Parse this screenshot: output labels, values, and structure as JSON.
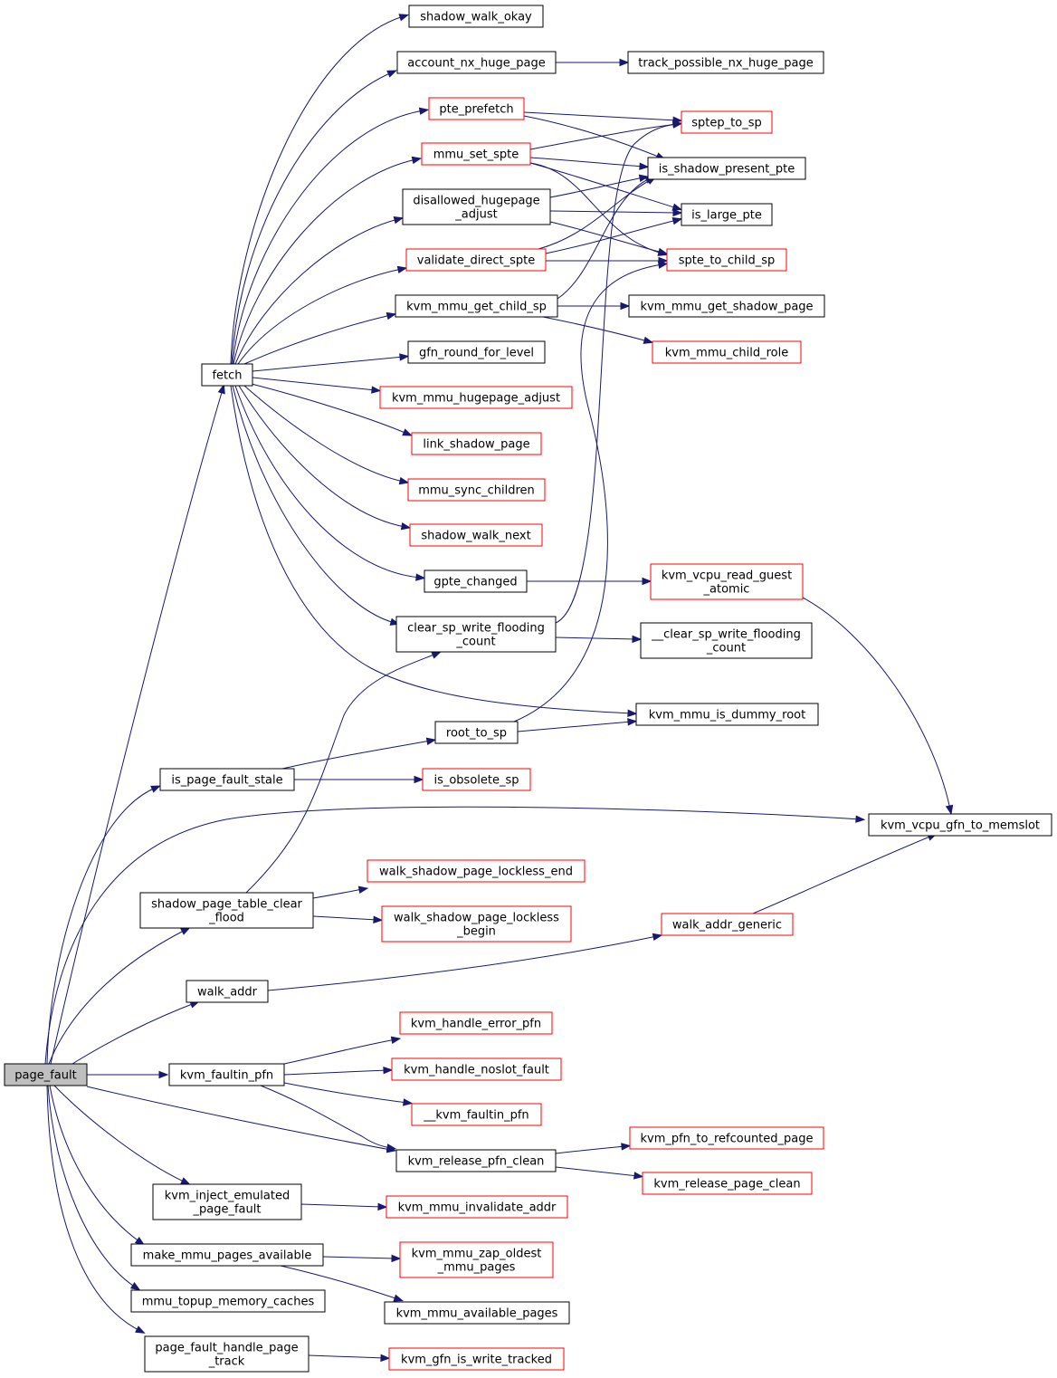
{
  "colors": {
    "edge": "#191970",
    "documented_border": "#000000",
    "undocumented_border": "#ff0000",
    "root_fill": "#bfbfbf"
  },
  "nodes": [
    {
      "id": "page_fault",
      "lines": [
        "page_fault"
      ],
      "border": "root"
    },
    {
      "id": "fetch",
      "lines": [
        "fetch"
      ],
      "border": "black"
    },
    {
      "id": "is_page_fault_stale",
      "lines": [
        "is_page_fault_stale"
      ],
      "border": "black"
    },
    {
      "id": "shadow_page_table_clear_flood",
      "lines": [
        "shadow_page_table_clear",
        "_flood"
      ],
      "border": "black"
    },
    {
      "id": "walk_addr",
      "lines": [
        "walk_addr"
      ],
      "border": "black"
    },
    {
      "id": "kvm_faultin_pfn",
      "lines": [
        "kvm_faultin_pfn"
      ],
      "border": "black"
    },
    {
      "id": "kvm_inject_emulated_page_fault",
      "lines": [
        "kvm_inject_emulated",
        "_page_fault"
      ],
      "border": "black"
    },
    {
      "id": "make_mmu_pages_available",
      "lines": [
        "make_mmu_pages_available"
      ],
      "border": "black"
    },
    {
      "id": "mmu_topup_memory_caches",
      "lines": [
        "mmu_topup_memory_caches"
      ],
      "border": "black"
    },
    {
      "id": "page_fault_handle_page_track",
      "lines": [
        "page_fault_handle_page",
        "_track"
      ],
      "border": "black"
    },
    {
      "id": "shadow_walk_okay",
      "lines": [
        "shadow_walk_okay"
      ],
      "border": "black"
    },
    {
      "id": "account_nx_huge_page",
      "lines": [
        "account_nx_huge_page"
      ],
      "border": "black"
    },
    {
      "id": "pte_prefetch",
      "lines": [
        "pte_prefetch"
      ],
      "border": "red"
    },
    {
      "id": "mmu_set_spte",
      "lines": [
        "mmu_set_spte"
      ],
      "border": "red"
    },
    {
      "id": "disallowed_hugepage_adjust",
      "lines": [
        "disallowed_hugepage",
        "_adjust"
      ],
      "border": "black"
    },
    {
      "id": "validate_direct_spte",
      "lines": [
        "validate_direct_spte"
      ],
      "border": "red"
    },
    {
      "id": "kvm_mmu_get_child_sp",
      "lines": [
        "kvm_mmu_get_child_sp"
      ],
      "border": "black"
    },
    {
      "id": "gfn_round_for_level",
      "lines": [
        "gfn_round_for_level"
      ],
      "border": "black"
    },
    {
      "id": "kvm_mmu_hugepage_adjust",
      "lines": [
        "kvm_mmu_hugepage_adjust"
      ],
      "border": "red"
    },
    {
      "id": "link_shadow_page",
      "lines": [
        "link_shadow_page"
      ],
      "border": "red"
    },
    {
      "id": "mmu_sync_children",
      "lines": [
        "mmu_sync_children"
      ],
      "border": "red"
    },
    {
      "id": "shadow_walk_next",
      "lines": [
        "shadow_walk_next"
      ],
      "border": "red"
    },
    {
      "id": "gpte_changed",
      "lines": [
        "gpte_changed"
      ],
      "border": "black"
    },
    {
      "id": "clear_sp_write_flooding_count",
      "lines": [
        "clear_sp_write_flooding",
        "_count"
      ],
      "border": "black"
    },
    {
      "id": "root_to_sp",
      "lines": [
        "root_to_sp"
      ],
      "border": "black"
    },
    {
      "id": "is_obsolete_sp",
      "lines": [
        "is_obsolete_sp"
      ],
      "border": "red"
    },
    {
      "id": "walk_shadow_page_lockless_end",
      "lines": [
        "walk_shadow_page_lockless_end"
      ],
      "border": "red"
    },
    {
      "id": "walk_shadow_page_lockless_begin",
      "lines": [
        "walk_shadow_page_lockless",
        "_begin"
      ],
      "border": "red"
    },
    {
      "id": "kvm_handle_error_pfn",
      "lines": [
        "kvm_handle_error_pfn"
      ],
      "border": "red"
    },
    {
      "id": "kvm_handle_noslot_fault",
      "lines": [
        "kvm_handle_noslot_fault"
      ],
      "border": "red"
    },
    {
      "id": "__kvm_faultin_pfn",
      "lines": [
        "__kvm_faultin_pfn"
      ],
      "border": "red"
    },
    {
      "id": "kvm_release_pfn_clean",
      "lines": [
        "kvm_release_pfn_clean"
      ],
      "border": "black"
    },
    {
      "id": "kvm_mmu_invalidate_addr",
      "lines": [
        "kvm_mmu_invalidate_addr"
      ],
      "border": "red"
    },
    {
      "id": "kvm_mmu_zap_oldest_mmu_pages",
      "lines": [
        "kvm_mmu_zap_oldest",
        "_mmu_pages"
      ],
      "border": "red"
    },
    {
      "id": "kvm_mmu_available_pages",
      "lines": [
        "kvm_mmu_available_pages"
      ],
      "border": "black"
    },
    {
      "id": "kvm_gfn_is_write_tracked",
      "lines": [
        "kvm_gfn_is_write_tracked"
      ],
      "border": "red"
    },
    {
      "id": "track_possible_nx_huge_page",
      "lines": [
        "track_possible_nx_huge_page"
      ],
      "border": "black"
    },
    {
      "id": "sptep_to_sp",
      "lines": [
        "sptep_to_sp"
      ],
      "border": "red"
    },
    {
      "id": "is_shadow_present_pte",
      "lines": [
        "is_shadow_present_pte"
      ],
      "border": "black"
    },
    {
      "id": "is_large_pte",
      "lines": [
        "is_large_pte"
      ],
      "border": "black"
    },
    {
      "id": "spte_to_child_sp",
      "lines": [
        "spte_to_child_sp"
      ],
      "border": "red"
    },
    {
      "id": "kvm_mmu_get_shadow_page",
      "lines": [
        "kvm_mmu_get_shadow_page"
      ],
      "border": "black"
    },
    {
      "id": "kvm_mmu_child_role",
      "lines": [
        "kvm_mmu_child_role"
      ],
      "border": "red"
    },
    {
      "id": "kvm_vcpu_read_guest_atomic",
      "lines": [
        "kvm_vcpu_read_guest",
        "_atomic"
      ],
      "border": "red"
    },
    {
      "id": "__clear_sp_write_flooding_count",
      "lines": [
        "__clear_sp_write_flooding",
        "_count"
      ],
      "border": "black"
    },
    {
      "id": "kvm_mmu_is_dummy_root",
      "lines": [
        "kvm_mmu_is_dummy_root"
      ],
      "border": "black"
    },
    {
      "id": "kvm_vcpu_gfn_to_memslot",
      "lines": [
        "kvm_vcpu_gfn_to_memslot"
      ],
      "border": "black"
    },
    {
      "id": "walk_addr_generic",
      "lines": [
        "walk_addr_generic"
      ],
      "border": "red"
    },
    {
      "id": "kvm_pfn_to_refcounted_page",
      "lines": [
        "kvm_pfn_to_refcounted_page"
      ],
      "border": "red"
    },
    {
      "id": "kvm_release_page_clean",
      "lines": [
        "kvm_release_page_clean"
      ],
      "border": "red"
    }
  ],
  "edges": [
    [
      "page_fault",
      "fetch"
    ],
    [
      "page_fault",
      "is_page_fault_stale"
    ],
    [
      "page_fault",
      "kvm_vcpu_gfn_to_memslot"
    ],
    [
      "page_fault",
      "shadow_page_table_clear_flood"
    ],
    [
      "page_fault",
      "walk_addr"
    ],
    [
      "page_fault",
      "kvm_faultin_pfn"
    ],
    [
      "page_fault",
      "kvm_release_pfn_clean"
    ],
    [
      "page_fault",
      "kvm_inject_emulated_page_fault"
    ],
    [
      "page_fault",
      "make_mmu_pages_available"
    ],
    [
      "page_fault",
      "mmu_topup_memory_caches"
    ],
    [
      "page_fault",
      "page_fault_handle_page_track"
    ],
    [
      "fetch",
      "shadow_walk_okay"
    ],
    [
      "fetch",
      "account_nx_huge_page"
    ],
    [
      "fetch",
      "pte_prefetch"
    ],
    [
      "fetch",
      "mmu_set_spte"
    ],
    [
      "fetch",
      "disallowed_hugepage_adjust"
    ],
    [
      "fetch",
      "validate_direct_spte"
    ],
    [
      "fetch",
      "kvm_mmu_get_child_sp"
    ],
    [
      "fetch",
      "gfn_round_for_level"
    ],
    [
      "fetch",
      "kvm_mmu_hugepage_adjust"
    ],
    [
      "fetch",
      "link_shadow_page"
    ],
    [
      "fetch",
      "mmu_sync_children"
    ],
    [
      "fetch",
      "shadow_walk_next"
    ],
    [
      "fetch",
      "gpte_changed"
    ],
    [
      "fetch",
      "clear_sp_write_flooding_count"
    ],
    [
      "fetch",
      "kvm_mmu_is_dummy_root"
    ],
    [
      "account_nx_huge_page",
      "track_possible_nx_huge_page"
    ],
    [
      "pte_prefetch",
      "sptep_to_sp"
    ],
    [
      "pte_prefetch",
      "is_shadow_present_pte"
    ],
    [
      "mmu_set_spte",
      "sptep_to_sp"
    ],
    [
      "mmu_set_spte",
      "is_shadow_present_pte"
    ],
    [
      "mmu_set_spte",
      "is_large_pte"
    ],
    [
      "mmu_set_spte",
      "spte_to_child_sp"
    ],
    [
      "disallowed_hugepage_adjust",
      "is_shadow_present_pte"
    ],
    [
      "disallowed_hugepage_adjust",
      "is_large_pte"
    ],
    [
      "disallowed_hugepage_adjust",
      "spte_to_child_sp"
    ],
    [
      "validate_direct_spte",
      "is_shadow_present_pte"
    ],
    [
      "validate_direct_spte",
      "is_large_pte"
    ],
    [
      "validate_direct_spte",
      "spte_to_child_sp"
    ],
    [
      "kvm_mmu_get_child_sp",
      "is_shadow_present_pte"
    ],
    [
      "kvm_mmu_get_child_sp",
      "kvm_mmu_get_shadow_page"
    ],
    [
      "kvm_mmu_get_child_sp",
      "kvm_mmu_child_role"
    ],
    [
      "gpte_changed",
      "kvm_vcpu_read_guest_atomic"
    ],
    [
      "clear_sp_write_flooding_count",
      "sptep_to_sp"
    ],
    [
      "clear_sp_write_flooding_count",
      "__clear_sp_write_flooding_count"
    ],
    [
      "kvm_vcpu_read_guest_atomic",
      "kvm_vcpu_gfn_to_memslot"
    ],
    [
      "root_to_sp",
      "spte_to_child_sp"
    ],
    [
      "root_to_sp",
      "kvm_mmu_is_dummy_root"
    ],
    [
      "is_page_fault_stale",
      "root_to_sp"
    ],
    [
      "is_page_fault_stale",
      "is_obsolete_sp"
    ],
    [
      "shadow_page_table_clear_flood",
      "clear_sp_write_flooding_count"
    ],
    [
      "shadow_page_table_clear_flood",
      "walk_shadow_page_lockless_end"
    ],
    [
      "shadow_page_table_clear_flood",
      "walk_shadow_page_lockless_begin"
    ],
    [
      "walk_addr",
      "walk_addr_generic"
    ],
    [
      "walk_addr_generic",
      "kvm_vcpu_gfn_to_memslot"
    ],
    [
      "kvm_faultin_pfn",
      "kvm_handle_error_pfn"
    ],
    [
      "kvm_faultin_pfn",
      "kvm_handle_noslot_fault"
    ],
    [
      "kvm_faultin_pfn",
      "__kvm_faultin_pfn"
    ],
    [
      "kvm_faultin_pfn",
      "kvm_release_pfn_clean"
    ],
    [
      "kvm_release_pfn_clean",
      "kvm_pfn_to_refcounted_page"
    ],
    [
      "kvm_release_pfn_clean",
      "kvm_release_page_clean"
    ],
    [
      "kvm_inject_emulated_page_fault",
      "kvm_mmu_invalidate_addr"
    ],
    [
      "make_mmu_pages_available",
      "kvm_mmu_zap_oldest_mmu_pages"
    ],
    [
      "make_mmu_pages_available",
      "kvm_mmu_available_pages"
    ],
    [
      "page_fault_handle_page_track",
      "kvm_gfn_is_write_tracked"
    ]
  ]
}
